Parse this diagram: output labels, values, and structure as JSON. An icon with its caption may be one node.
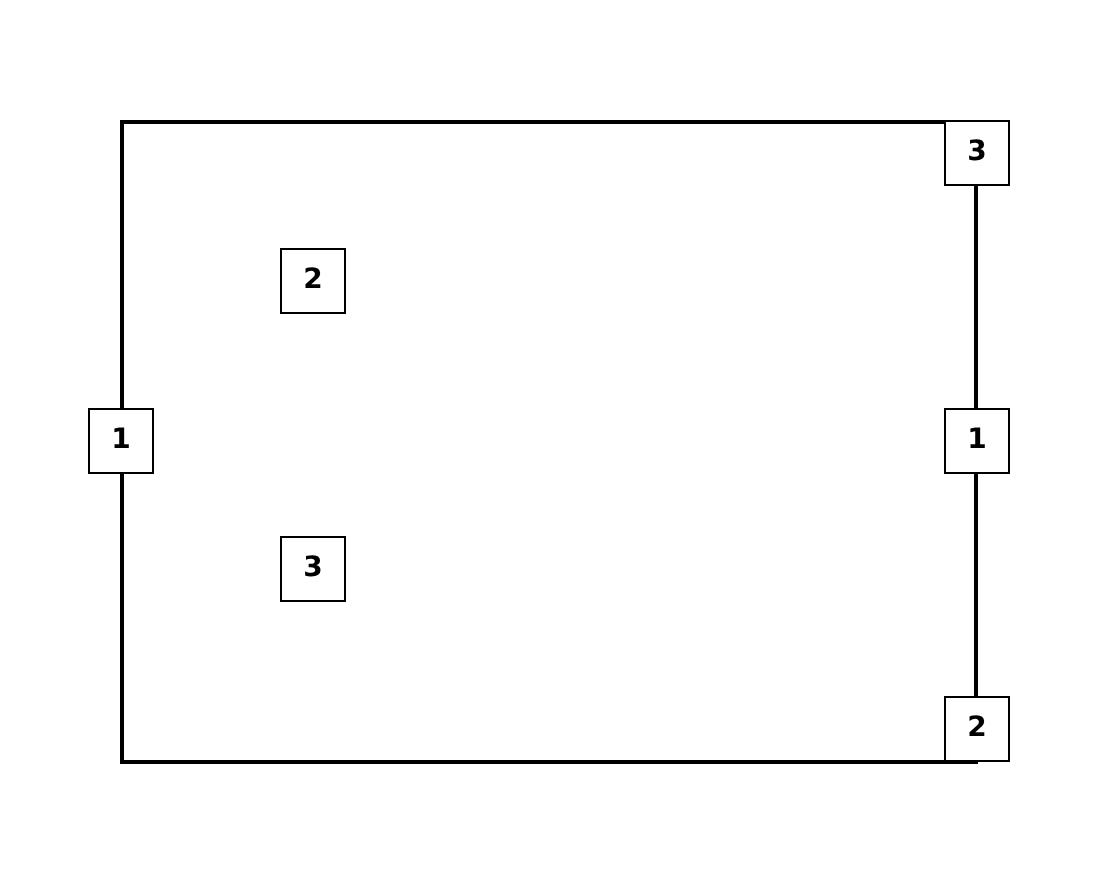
{
  "diagram": {
    "nodes": [
      {
        "text": [],
        "shape": "box"
      },
      {
        "text": [
          "3"
        ]
      },
      {
        "text": [
          "2"
        ],
        "in": 0
      },
      {
        "text": [
          "1"
        ]
      },
      {
        "text": [
          "1"
        ]
      },
      {
        "text": [
          "3"
        ],
        "in": 0
      },
      {
        "text": [
          "2"
        ]
      }
    ]
  }
}
